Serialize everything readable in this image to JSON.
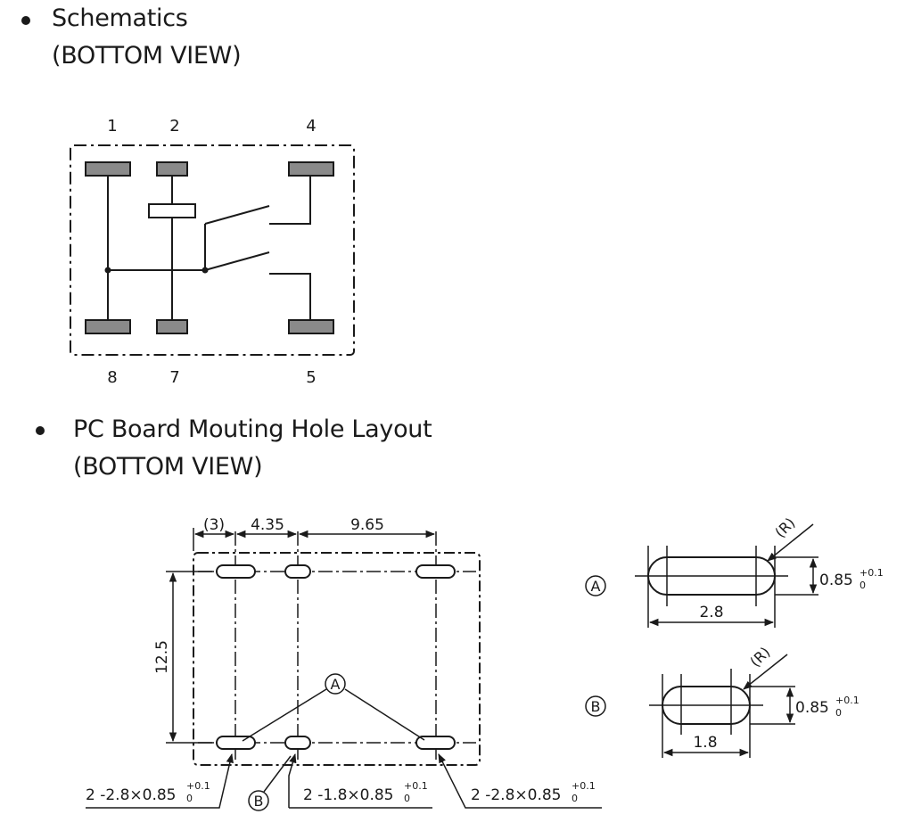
{
  "schematics": {
    "title": "Schematics",
    "subtitle": "(BOTTOM VIEW)",
    "pins_top": [
      "1",
      "2",
      "4"
    ],
    "pins_bottom": [
      "8",
      "7",
      "5"
    ]
  },
  "pcb_layout": {
    "title": "PC Board Mouting Hole Layout",
    "subtitle": "(BOTTOM VIEW)",
    "dims": {
      "d3": "(3)",
      "d435": "4.35",
      "d965": "9.65",
      "d125": "12.5"
    },
    "marker_a": "A",
    "marker_b": "B",
    "notes": {
      "left": "2 -2.8×0.85",
      "middle": "2 -1.8×0.85",
      "right": "2 -2.8×0.85",
      "tol_plus": "+0.1",
      "tol_zero": "0"
    }
  },
  "details": {
    "a": {
      "marker": "A",
      "radius_label": "(R)",
      "height": "0.85",
      "tol_plus": "+0.1",
      "tol_zero": "0",
      "length": "2.8"
    },
    "b": {
      "marker": "B",
      "radius_label": "(R)",
      "height": "0.85",
      "tol_plus": "+0.1",
      "tol_zero": "0",
      "length": "1.8"
    }
  }
}
